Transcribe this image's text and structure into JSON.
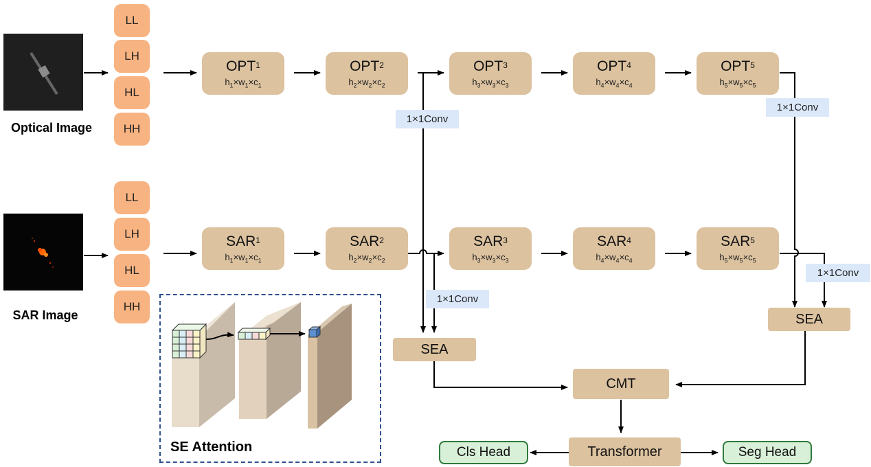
{
  "images": {
    "optical_label": "Optical Image",
    "sar_label": "SAR Image"
  },
  "bands": {
    "optical": [
      "LL",
      "LH",
      "HL",
      "HH"
    ],
    "sar": [
      "LL",
      "LH",
      "HL",
      "HH"
    ]
  },
  "opt_stages": [
    {
      "name": "OPT",
      "sup": "1",
      "h": "h",
      "w": "w",
      "c": "c",
      "idx": "1"
    },
    {
      "name": "OPT",
      "sup": "2",
      "h": "h",
      "w": "w",
      "c": "c",
      "idx": "2"
    },
    {
      "name": "OPT",
      "sup": "3",
      "h": "h",
      "w": "w",
      "c": "c",
      "idx": "3"
    },
    {
      "name": "OPT",
      "sup": "4",
      "h": "h",
      "w": "w",
      "c": "c",
      "idx": "4"
    },
    {
      "name": "OPT",
      "sup": "5",
      "h": "h",
      "w": "w",
      "c": "c",
      "idx": "5"
    }
  ],
  "sar_stages": [
    {
      "name": "SAR",
      "sup": "1",
      "h": "h",
      "w": "w",
      "c": "c",
      "idx": "1"
    },
    {
      "name": "SAR",
      "sup": "2",
      "h": "h",
      "w": "w",
      "c": "c",
      "idx": "2"
    },
    {
      "name": "SAR",
      "sup": "3",
      "h": "h",
      "w": "w",
      "c": "c",
      "idx": "3"
    },
    {
      "name": "SAR",
      "sup": "4",
      "h": "h",
      "w": "w",
      "c": "c",
      "idx": "4"
    },
    {
      "name": "SAR",
      "sup": "5",
      "h": "h",
      "w": "w",
      "c": "c",
      "idx": "5"
    }
  ],
  "times_symbol": "×",
  "conv_label": "1×1Conv",
  "sea_label": "SEA",
  "cmt_label": "CMT",
  "transformer_label": "Transformer",
  "cls_head_label": "Cls Head",
  "seg_head_label": "Seg Head",
  "se_attention_label": "SE  Attention",
  "colors": {
    "band_fill": "#f7b381",
    "stage_fill": "#dcc29f",
    "conv_fill": "#dbe8fa",
    "head_fill": "#d9f0d8",
    "head_border": "#2d7a3a",
    "se_border": "#2f4f8f"
  }
}
